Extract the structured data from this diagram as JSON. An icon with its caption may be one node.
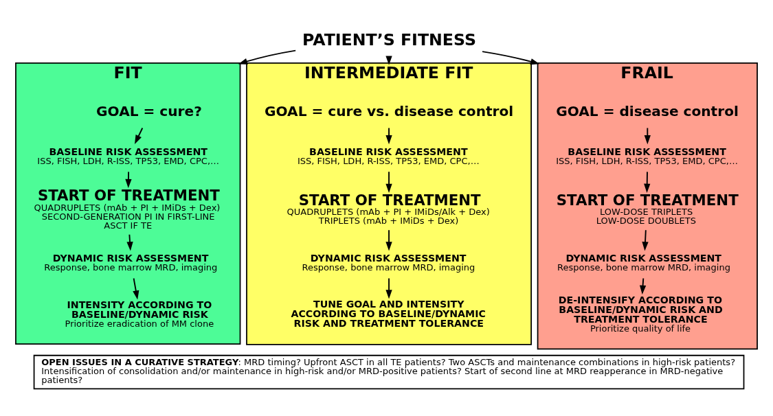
{
  "diagram": {
    "nodes": [
      {
        "text": [
          "PATIENT’S FITNESS"
        ]
      },
      {
        "text": [
          "FIT"
        ]
      },
      {
        "text": [
          "GOAL = cure?"
        ],
        "in": 1
      },
      {
        "text": [
          "BASELINE RISK ASSESSMENT",
          "ISS, FISH, LDH, R-ISS, TP53, EMD, CPC,…"
        ],
        "in": 1
      },
      {
        "text": [
          "START OF TREATMENT",
          "QUADRUPLETS (mAb + PI + IMiDs + Dex)",
          "SECOND-GENERATION PI IN FIRST-LINE",
          "ASCT IF TE"
        ],
        "in": 1
      },
      {
        "text": [
          "DYNAMIC RISK ASSESSMENT",
          "Response, bone marrow MRD, imaging"
        ],
        "in": 1
      },
      {
        "text": [
          "INTENSITY ACCORDING TO BASELINE/DYNAMIC RISK",
          "Prioritize eradication of MM clone"
        ],
        "in": 1
      },
      {
        "text": [
          "INTERMEDIATE FIT"
        ]
      },
      {
        "text": [
          "GOAL = cure vs. disease control"
        ],
        "in": 7
      },
      {
        "text": [
          "BASELINE RISK ASSESSMENT",
          "ISS, FISH, LDH, R-ISS, TP53, EMD, CPC,…"
        ],
        "in": 7
      },
      {
        "text": [
          "START OF TREATMENT",
          "QUADRUPLETS (mAb + PI + IMiDs/Alk + Dex)",
          "TRIPLETS (mAb + IMiDs + Dex)"
        ],
        "in": 7
      },
      {
        "text": [
          "DYNAMIC RISK ASSESSMENT",
          "Response, bone marrow MRD, imaging"
        ],
        "in": 7
      },
      {
        "text": [
          "TUNE GOAL AND INTENSITY ACCORDING TO BASELINE/DYNAMIC RISK AND TREATMENT TOLERANCE"
        ],
        "in": 7
      },
      {
        "text": [
          "FRAIL"
        ]
      },
      {
        "text": [
          "GOAL = disease control"
        ],
        "in": 13
      },
      {
        "text": [
          "BASELINE RISK ASSESSMENT",
          "ISS, FISH, LDH, R-ISS, TP53, EMD, CPC,…"
        ],
        "in": 13
      },
      {
        "text": [
          "START OF TREATMENT",
          "LOW-DOSE TRIPLETS",
          "LOW-DOSE DOUBLETS"
        ],
        "in": 13
      },
      {
        "text": [
          "DYNAMIC RISK ASSESSMENT",
          "Response, bone marrow MRD, imaging"
        ],
        "in": 13
      },
      {
        "text": [
          "DE-INTENSIFY ACCORDING TO BASELINE/DYNAMIC RISK AND TREATMENT TOLERANCE",
          "Prioritize quality of life"
        ],
        "in": 13
      },
      {
        "text": [
          "**OPEN ISSUES IN A CURATIVE STRATEGY**: MRD timing? Upfront ASCT in all TE patients? Two ASCTs and maintenance combinations in high-risk patients? Intensification of consolidation and/or maintenance in high-risk and/or MRD-positive patients? Start of second line at MRD reapperance in MRD-negative patients?"
        ]
      }
    ],
    "edges": [
      {
        "from": 0,
        "to": 1,
        "arrow": "to"
      },
      {
        "from": 0,
        "to": 7,
        "arrow": "to"
      },
      {
        "from": 0,
        "to": 13,
        "arrow": "to"
      },
      {
        "from": 2,
        "to": 3,
        "arrow": "to"
      },
      {
        "from": 3,
        "to": 4,
        "arrow": "to"
      },
      {
        "from": 4,
        "to": 5,
        "arrow": "to"
      },
      {
        "from": 5,
        "to": 6,
        "arrow": "to"
      },
      {
        "from": 8,
        "to": 9,
        "arrow": "to"
      },
      {
        "from": 9,
        "to": 10,
        "arrow": "to"
      },
      {
        "from": 10,
        "to": 11,
        "arrow": "to"
      },
      {
        "from": 11,
        "to": 12,
        "arrow": "to"
      },
      {
        "from": 14,
        "to": 15,
        "arrow": "to"
      },
      {
        "from": 15,
        "to": 16,
        "arrow": "to"
      },
      {
        "from": 16,
        "to": 17,
        "arrow": "to"
      },
      {
        "from": 17,
        "to": 18,
        "arrow": "to"
      }
    ]
  }
}
